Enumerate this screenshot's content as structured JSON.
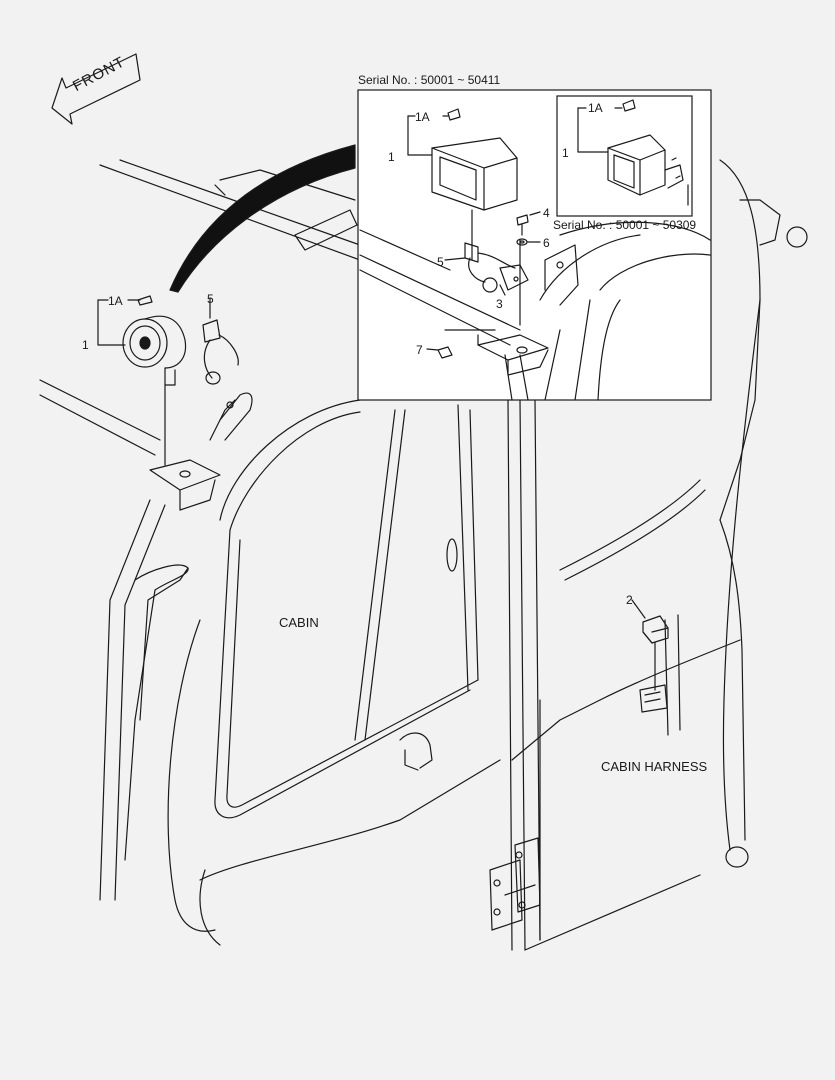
{
  "front_label": "FRONT",
  "serial_main": "Serial No.  : 50001 ~ 50411",
  "serial_sub": "Serial No.  : 50001 ~ 50309",
  "area_labels": {
    "cabin": "CABIN",
    "cabin_harness": "CABIN HARNESS"
  },
  "callouts": {
    "main_1": "1",
    "main_1a": "1A",
    "main_5": "5",
    "inset_1": "1",
    "inset_1a": "1A",
    "inset_3": "3",
    "inset_4": "4",
    "inset_5": "5",
    "inset_6": "6",
    "inset_7": "7",
    "sub_1": "1",
    "sub_1a": "1A",
    "relay_2": "2"
  },
  "colors": {
    "background": "#f2f2f2",
    "line": "#1a1a1a",
    "inset_fill": "#ffffff"
  }
}
